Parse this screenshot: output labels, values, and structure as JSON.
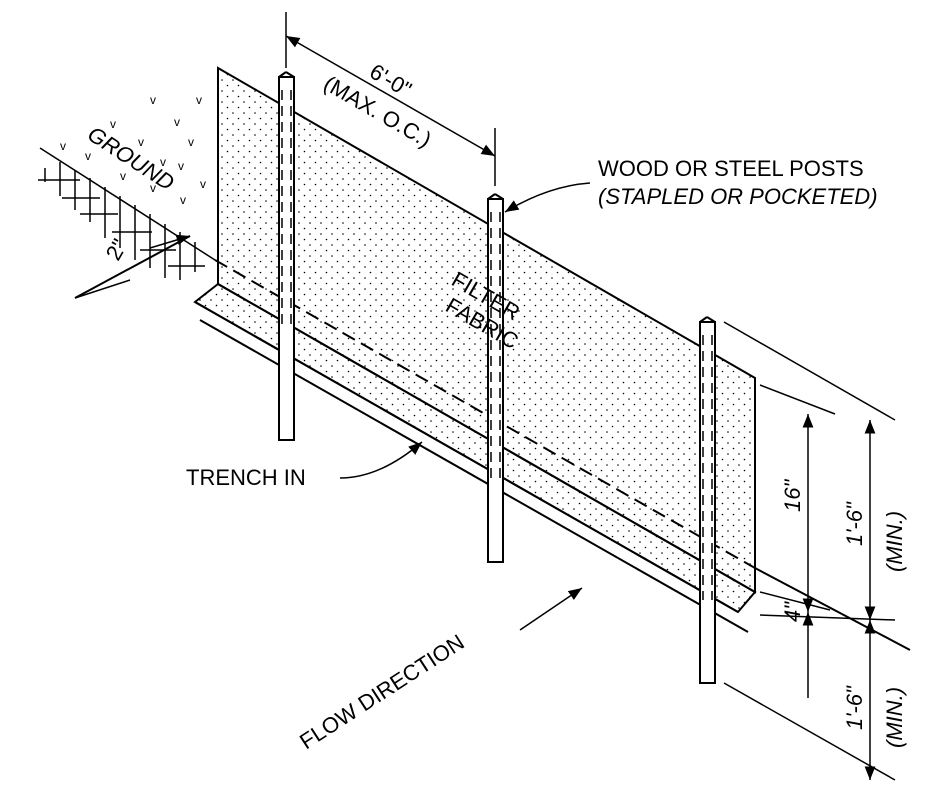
{
  "diagram": {
    "labels": {
      "ground": "GROUND",
      "post_spacing": "6'-0\"",
      "post_spacing_note": "(MAX. O.C.)",
      "posts_line1": "WOOD OR STEEL POSTS",
      "posts_line2": "(STAPLED OR POCKETED)",
      "fabric_line1": "FILTER",
      "fabric_line2": "FABRIC",
      "trench_depth": "2\"",
      "trench_in": "TRENCH IN",
      "flow_direction": "FLOW DIRECTION",
      "fabric_height": "16\"",
      "fabric_embed": "4\"",
      "height_min": "1'-6\"",
      "height_min_note": "(MIN.)",
      "post_embed_min": "1'-6\"",
      "post_embed_min_note": "(MIN.)"
    },
    "colors": {
      "line": "#000000",
      "background": "#ffffff"
    }
  }
}
